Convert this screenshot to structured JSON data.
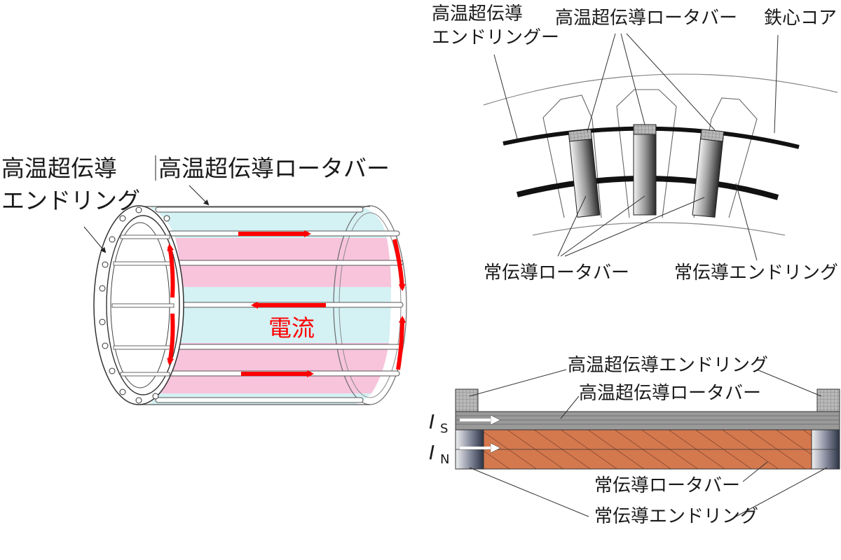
{
  "left_diagram": {
    "label_hts_endring_line1": "高温超伝導",
    "label_hts_endring_line2": "エンドリング",
    "label_hts_rotorbar": "高温超伝導ロータバー",
    "label_current": "電流",
    "colors": {
      "arrow": "#ff0000",
      "pink": "#f7c4dc",
      "cyan": "#d4f1f4"
    }
  },
  "top_right_diagram": {
    "label_hts_endring_line1": "高温超伝導",
    "label_hts_endring_line2": "エンドリングー",
    "label_hts_rotorbar": "高温超伝導ロータバー",
    "label_iron_core": "鉄心コア",
    "label_nc_rotorbar": "常伝導ロータバー",
    "label_nc_endring": "常伝導エンドリング"
  },
  "bottom_right_diagram": {
    "label_hts_endring": "高温超伝導エンドリング",
    "label_hts_rotorbar": "高温超伝導ロータバー",
    "label_nc_rotorbar": "常伝導ロータバー",
    "label_nc_endring": "常伝導エンドリング",
    "label_is_italic": "I",
    "label_is_sub": "S",
    "label_in_italic": "I",
    "label_in_sub": "N",
    "colors": {
      "copper": "#d4784e",
      "gray": "#9a9a9a"
    }
  }
}
